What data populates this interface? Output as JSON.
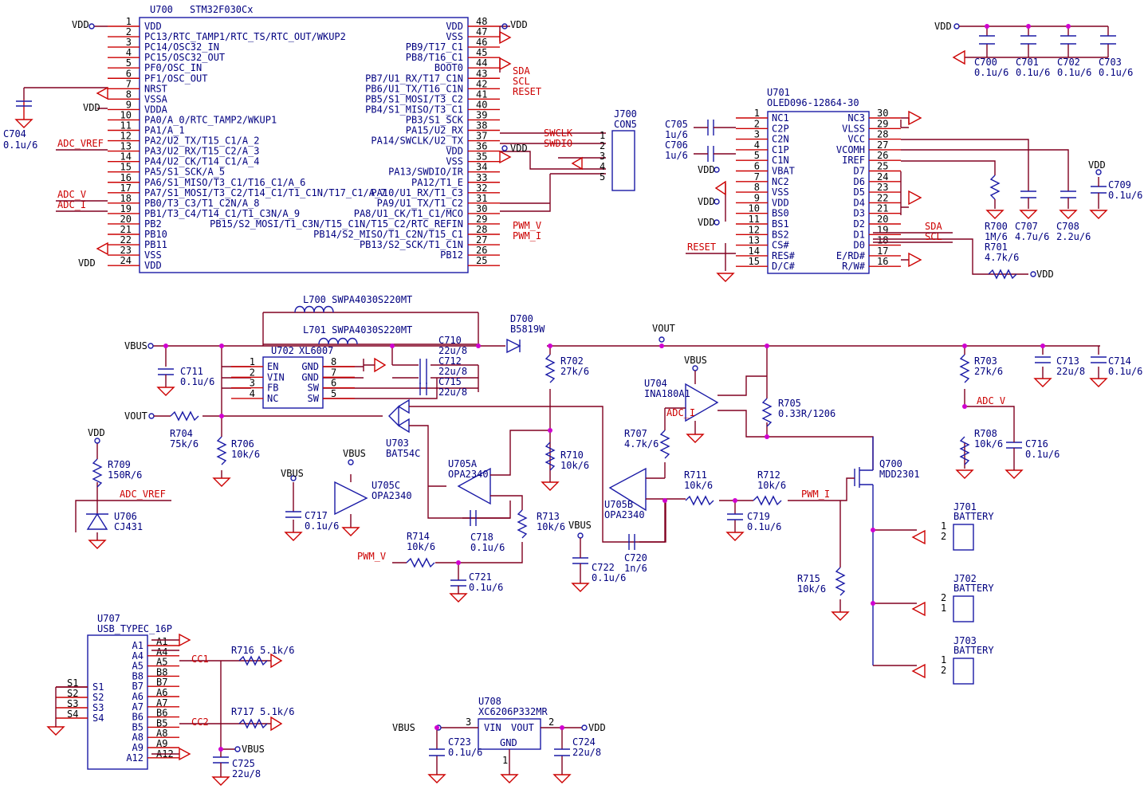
{
  "u700": {
    "ref": "U700",
    "part": "STM32F030Cx",
    "left_pins": [
      {
        "num": "1",
        "name": "VDD"
      },
      {
        "num": "2",
        "name": "PC13/RTC_TAMP1/RTC_TS/RTC_OUT/WKUP2"
      },
      {
        "num": "3",
        "name": "PC14/OSC32_IN"
      },
      {
        "num": "4",
        "name": "PC15/OSC32_OUT"
      },
      {
        "num": "5",
        "name": "PF0/OSC_IN"
      },
      {
        "num": "6",
        "name": "PF1/OSC_OUT"
      },
      {
        "num": "7",
        "name": "NRST"
      },
      {
        "num": "8",
        "name": "VSSA"
      },
      {
        "num": "9",
        "name": "VDDA"
      },
      {
        "num": "10",
        "name": "PA0/A_0/RTC_TAMP2/WKUP1"
      },
      {
        "num": "11",
        "name": "PA1/A_1"
      },
      {
        "num": "12",
        "name": "PA2/U2_TX/T15_C1/A_2"
      },
      {
        "num": "13",
        "name": "PA3/U2_RX/T15_C2/A_3"
      },
      {
        "num": "14",
        "name": "PA4/U2_CK/T14_C1/A_4"
      },
      {
        "num": "15",
        "name": "PA5/S1_SCK/A_5"
      },
      {
        "num": "16",
        "name": "PA6/S1_MISO/T3_C1/T16_C1/A_6"
      },
      {
        "num": "17",
        "name": "PA7/S1_MOSI/T3_C2/T14_C1/T1_C1N/T17_C1/A_7"
      },
      {
        "num": "18",
        "name": "PB0/T3_C3/T1_C2N/A_8"
      },
      {
        "num": "19",
        "name": "PB1/T3_C4/T14_C1/T1_C3N/A_9"
      },
      {
        "num": "20",
        "name": "PB2"
      },
      {
        "num": "21",
        "name": "PB10"
      },
      {
        "num": "22",
        "name": "PB11"
      },
      {
        "num": "23",
        "name": "VSS"
      },
      {
        "num": "24",
        "name": "VDD"
      }
    ],
    "right_pins": [
      {
        "num": "48",
        "name": "VDD"
      },
      {
        "num": "47",
        "name": "VSS"
      },
      {
        "num": "46",
        "name": "PB9/T17_C1"
      },
      {
        "num": "45",
        "name": "PB8/T16_C1"
      },
      {
        "num": "44",
        "name": "BOOT0"
      },
      {
        "num": "43",
        "name": "PB7/U1_RX/T17_C1N"
      },
      {
        "num": "42",
        "name": "PB6/U1_TX/T16_C1N"
      },
      {
        "num": "41",
        "name": "PB5/S1_MOSI/T3_C2"
      },
      {
        "num": "40",
        "name": "PB4/S1_MISO/T3_C1"
      },
      {
        "num": "39",
        "name": "PB3/S1_SCK"
      },
      {
        "num": "38",
        "name": "PA15/U2_RX"
      },
      {
        "num": "37",
        "name": "PA14/SWCLK/U2_TX"
      },
      {
        "num": "36",
        "name": "VDD"
      },
      {
        "num": "35",
        "name": "VSS"
      },
      {
        "num": "34",
        "name": "PA13/SWDIO/IR"
      },
      {
        "num": "33",
        "name": "PA12/T1_E"
      },
      {
        "num": "32",
        "name": "PA10/U1_RX/T1_C3"
      },
      {
        "num": "31",
        "name": "PA9/U1_TX/T1_C2"
      },
      {
        "num": "30",
        "name": "PA8/U1_CK/T1_C1/MCO"
      },
      {
        "num": "29",
        "name": "PB15/S2_MOSI/T1_C3N/T15_C1N/T15_C2/RTC_REFIN"
      },
      {
        "num": "28",
        "name": "PB14/S2_MISO/T1_C2N/T15_C1"
      },
      {
        "num": "27",
        "name": "PB13/S2_SCK/T1_C1N"
      },
      {
        "num": "26",
        "name": "PB12"
      },
      {
        "num": "25",
        "name": ""
      }
    ]
  },
  "nets": {
    "vdd": "VDD",
    "vbus": "VBUS",
    "vout": "VOUT",
    "sda": "SDA",
    "scl": "SCL",
    "reset": "RESET",
    "swclk": "SWCLK",
    "swdio": "SWDIO",
    "pwm_v": "PWM_V",
    "pwm_i": "PWM_I",
    "adc_vref": "ADC_VREF",
    "adc_v": "ADC_V",
    "adc_i": "ADC_I",
    "cc1": "CC1",
    "cc2": "CC2"
  },
  "j700": {
    "ref": "J700",
    "part": "CON5",
    "pins": [
      "1",
      "2",
      "3",
      "4",
      "5"
    ]
  },
  "c704": {
    "ref": "C704",
    "val": "0.1u/6"
  },
  "decoupling": [
    {
      "ref": "C700",
      "val": "0.1u/6"
    },
    {
      "ref": "C701",
      "val": "0.1u/6"
    },
    {
      "ref": "C702",
      "val": "0.1u/6"
    },
    {
      "ref": "C703",
      "val": "0.1u/6"
    }
  ],
  "u701": {
    "ref": "U701",
    "part": "OLED096-12864-30",
    "left_pins": [
      {
        "num": "1",
        "name": "NC1"
      },
      {
        "num": "2",
        "name": "C2P"
      },
      {
        "num": "3",
        "name": "C2N"
      },
      {
        "num": "4",
        "name": "C1P"
      },
      {
        "num": "5",
        "name": "C1N"
      },
      {
        "num": "6",
        "name": "VBAT"
      },
      {
        "num": "7",
        "name": "NC2"
      },
      {
        "num": "8",
        "name": "VSS"
      },
      {
        "num": "9",
        "name": "VDD"
      },
      {
        "num": "10",
        "name": "BS0"
      },
      {
        "num": "11",
        "name": "BS1"
      },
      {
        "num": "12",
        "name": "BS2"
      },
      {
        "num": "13",
        "name": "CS#"
      },
      {
        "num": "14",
        "name": "RES#"
      },
      {
        "num": "15",
        "name": "D/C#"
      }
    ],
    "right_pins": [
      {
        "num": "30",
        "name": "NC3"
      },
      {
        "num": "29",
        "name": "VLSS"
      },
      {
        "num": "28",
        "name": "VCC"
      },
      {
        "num": "27",
        "name": "VCOMH"
      },
      {
        "num": "26",
        "name": "IREF"
      },
      {
        "num": "25",
        "name": "D7"
      },
      {
        "num": "24",
        "name": "D6"
      },
      {
        "num": "23",
        "name": "D5"
      },
      {
        "num": "22",
        "name": "D4"
      },
      {
        "num": "21",
        "name": "D3"
      },
      {
        "num": "20",
        "name": "D2"
      },
      {
        "num": "19",
        "name": "D1"
      },
      {
        "num": "18",
        "name": "D0"
      },
      {
        "num": "17",
        "name": "E/RD#"
      },
      {
        "num": "16",
        "name": "R/W#"
      }
    ]
  },
  "oled_parts": [
    {
      "ref": "C705",
      "val": "1u/6"
    },
    {
      "ref": "C706",
      "val": "1u/6"
    },
    {
      "ref": "C709",
      "val": "0.1u/6"
    },
    {
      "ref": "R700",
      "val": "1M/6"
    },
    {
      "ref": "C707",
      "val": "4.7u/6"
    },
    {
      "ref": "C708",
      "val": "2.2u/6"
    },
    {
      "ref": "R701",
      "val": "4.7k/6"
    }
  ],
  "power": {
    "l700": "L700  SWPA4030S220MT",
    "l701": "L701  SWPA4030S220MT",
    "d700_ref": "D700",
    "d700_val": "B5819W",
    "u702_ref": "U702",
    "u702_part": "XL6007",
    "u702_left": [
      {
        "num": "1",
        "name": "EN"
      },
      {
        "num": "2",
        "name": "VIN"
      },
      {
        "num": "3",
        "name": "FB"
      },
      {
        "num": "4",
        "name": "NC"
      }
    ],
    "u702_right": [
      {
        "num": "8",
        "name": "GND"
      },
      {
        "num": "7",
        "name": "GND"
      },
      {
        "num": "6",
        "name": "SW"
      },
      {
        "num": "5",
        "name": "SW"
      }
    ],
    "c710": "C710",
    "c710v": "22u/8",
    "c712": "C712",
    "c712v": "22u/8",
    "c715": "C715",
    "c715v": "22u/8",
    "c711": "C711",
    "c711v": "0.1u/6",
    "r702": "R702",
    "r702v": "27k/6",
    "r703": "R703",
    "r703v": "27k/6",
    "c713": "C713",
    "c713v": "22u/8",
    "c714": "C714",
    "c714v": "0.1u/6",
    "r704": "R704",
    "r704v": "75k/6",
    "r706": "R706",
    "r706v": "10k/6",
    "r709": "R709",
    "r709v": "150R/6",
    "u706": "U706",
    "u706v": "CJ431",
    "u703": "U703",
    "u703v": "BAT54C",
    "u705c": "U705C",
    "u705cv": "OPA2340",
    "c717": "C717",
    "c717v": "0.1u/6",
    "u705a": "U705A",
    "u705av": "OPA2340",
    "r710": "R710",
    "r710v": "10k/6",
    "c718": "C718",
    "c718v": "0.1u/6",
    "r713": "R713",
    "r713v": "10k/6",
    "r714": "R714",
    "r714v": "10k/6",
    "c721": "C721",
    "c721v": "0.1u/6",
    "u704": "U704",
    "u704v": "INA180A1",
    "r705": "R705",
    "r705v": "0.33R/1206",
    "r707": "R707",
    "r707v": "4.7k/6",
    "u705b": "U705B",
    "u705bv": "OPA2340",
    "r711": "R711",
    "r711v": "10k/6",
    "r712": "R712",
    "r712v": "10k/6",
    "c719": "C719",
    "c719v": "0.1u/6",
    "c720": "C720",
    "c720v": "1n/6",
    "c722": "C722",
    "c722v": "0.1u/6",
    "q700": "Q700",
    "q700v": "MDD2301",
    "r715": "R715",
    "r715v": "10k/6",
    "r708": "R708",
    "r708v": "10k/6",
    "c716": "C716",
    "c716v": "0.1u/6",
    "batteries": [
      {
        "ref": "J701",
        "label": "BATTERY",
        "p1": "1",
        "p2": "2"
      },
      {
        "ref": "J702",
        "label": "BATTERY",
        "p1": "2",
        "p2": "1"
      },
      {
        "ref": "J703",
        "label": "BATTERY",
        "p1": "1",
        "p2": "2"
      }
    ]
  },
  "usb": {
    "ref": "U707",
    "part": "USB_TYPEC_16P",
    "pins": [
      "A1",
      "A4",
      "A5",
      "B8",
      "B7",
      "A6",
      "A7",
      "B6",
      "B5",
      "A8",
      "A9",
      "A12"
    ],
    "ext": [
      "A1",
      "A4",
      "A5",
      "B8",
      "B7",
      "A6",
      "A7",
      "B6",
      "B5",
      "A8",
      "A9",
      "A12"
    ],
    "s_pins": [
      "S1",
      "S2",
      "S3",
      "S4"
    ],
    "r716": "R716 5.1k/6",
    "r717": "R717 5.1k/6",
    "c725": "C725",
    "c725v": "22u/8"
  },
  "ldo": {
    "ref": "U708",
    "part": "XC6206P332MR",
    "vin": "VIN",
    "vout": "VOUT",
    "gnd": "GND",
    "pin3": "3",
    "pin2": "2",
    "pin1": "1",
    "c723": "C723",
    "c723v": "0.1u/6",
    "c724": "C724",
    "c724v": "22u/8"
  }
}
